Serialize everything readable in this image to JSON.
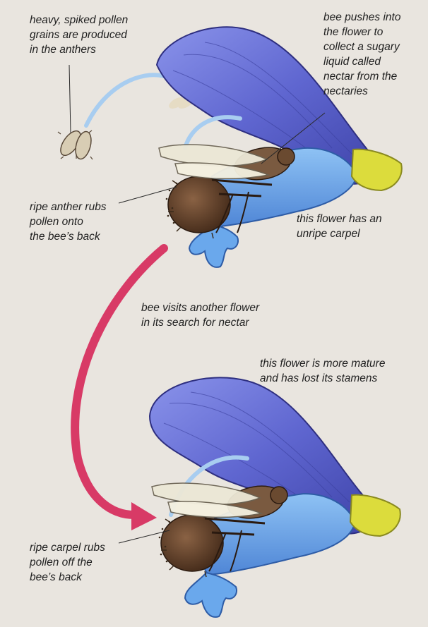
{
  "labels": {
    "pollen_grains": "heavy, spiked pollen\ngrains are produced\nin the anthers",
    "bee_pushes": "bee pushes into\nthe flower to\ncollect a sugary\nliquid called\nnectar from the\nnectaries",
    "ripe_anther": "ripe anther rubs\npollen onto\nthe bee’s back",
    "unripe_carpel": "this flower has an\nunripe carpel",
    "bee_visits": "bee visits another flower\nin its search for nectar",
    "more_mature": "this flower is more mature\nand has lost its stamens",
    "ripe_carpel": "ripe carpel rubs\npollen off the\nbee’s back"
  },
  "colors": {
    "petal": "#5f66d0",
    "petal_light": "#8a9aec",
    "lower_lip": "#6aa8ec",
    "stem": "#9cc6ef",
    "nectary": "#dcdc3c",
    "bee_body": "#5a3a26",
    "wing": "#ece8d6",
    "arrow": "#d83a66",
    "anther": "#d8cdb4"
  }
}
